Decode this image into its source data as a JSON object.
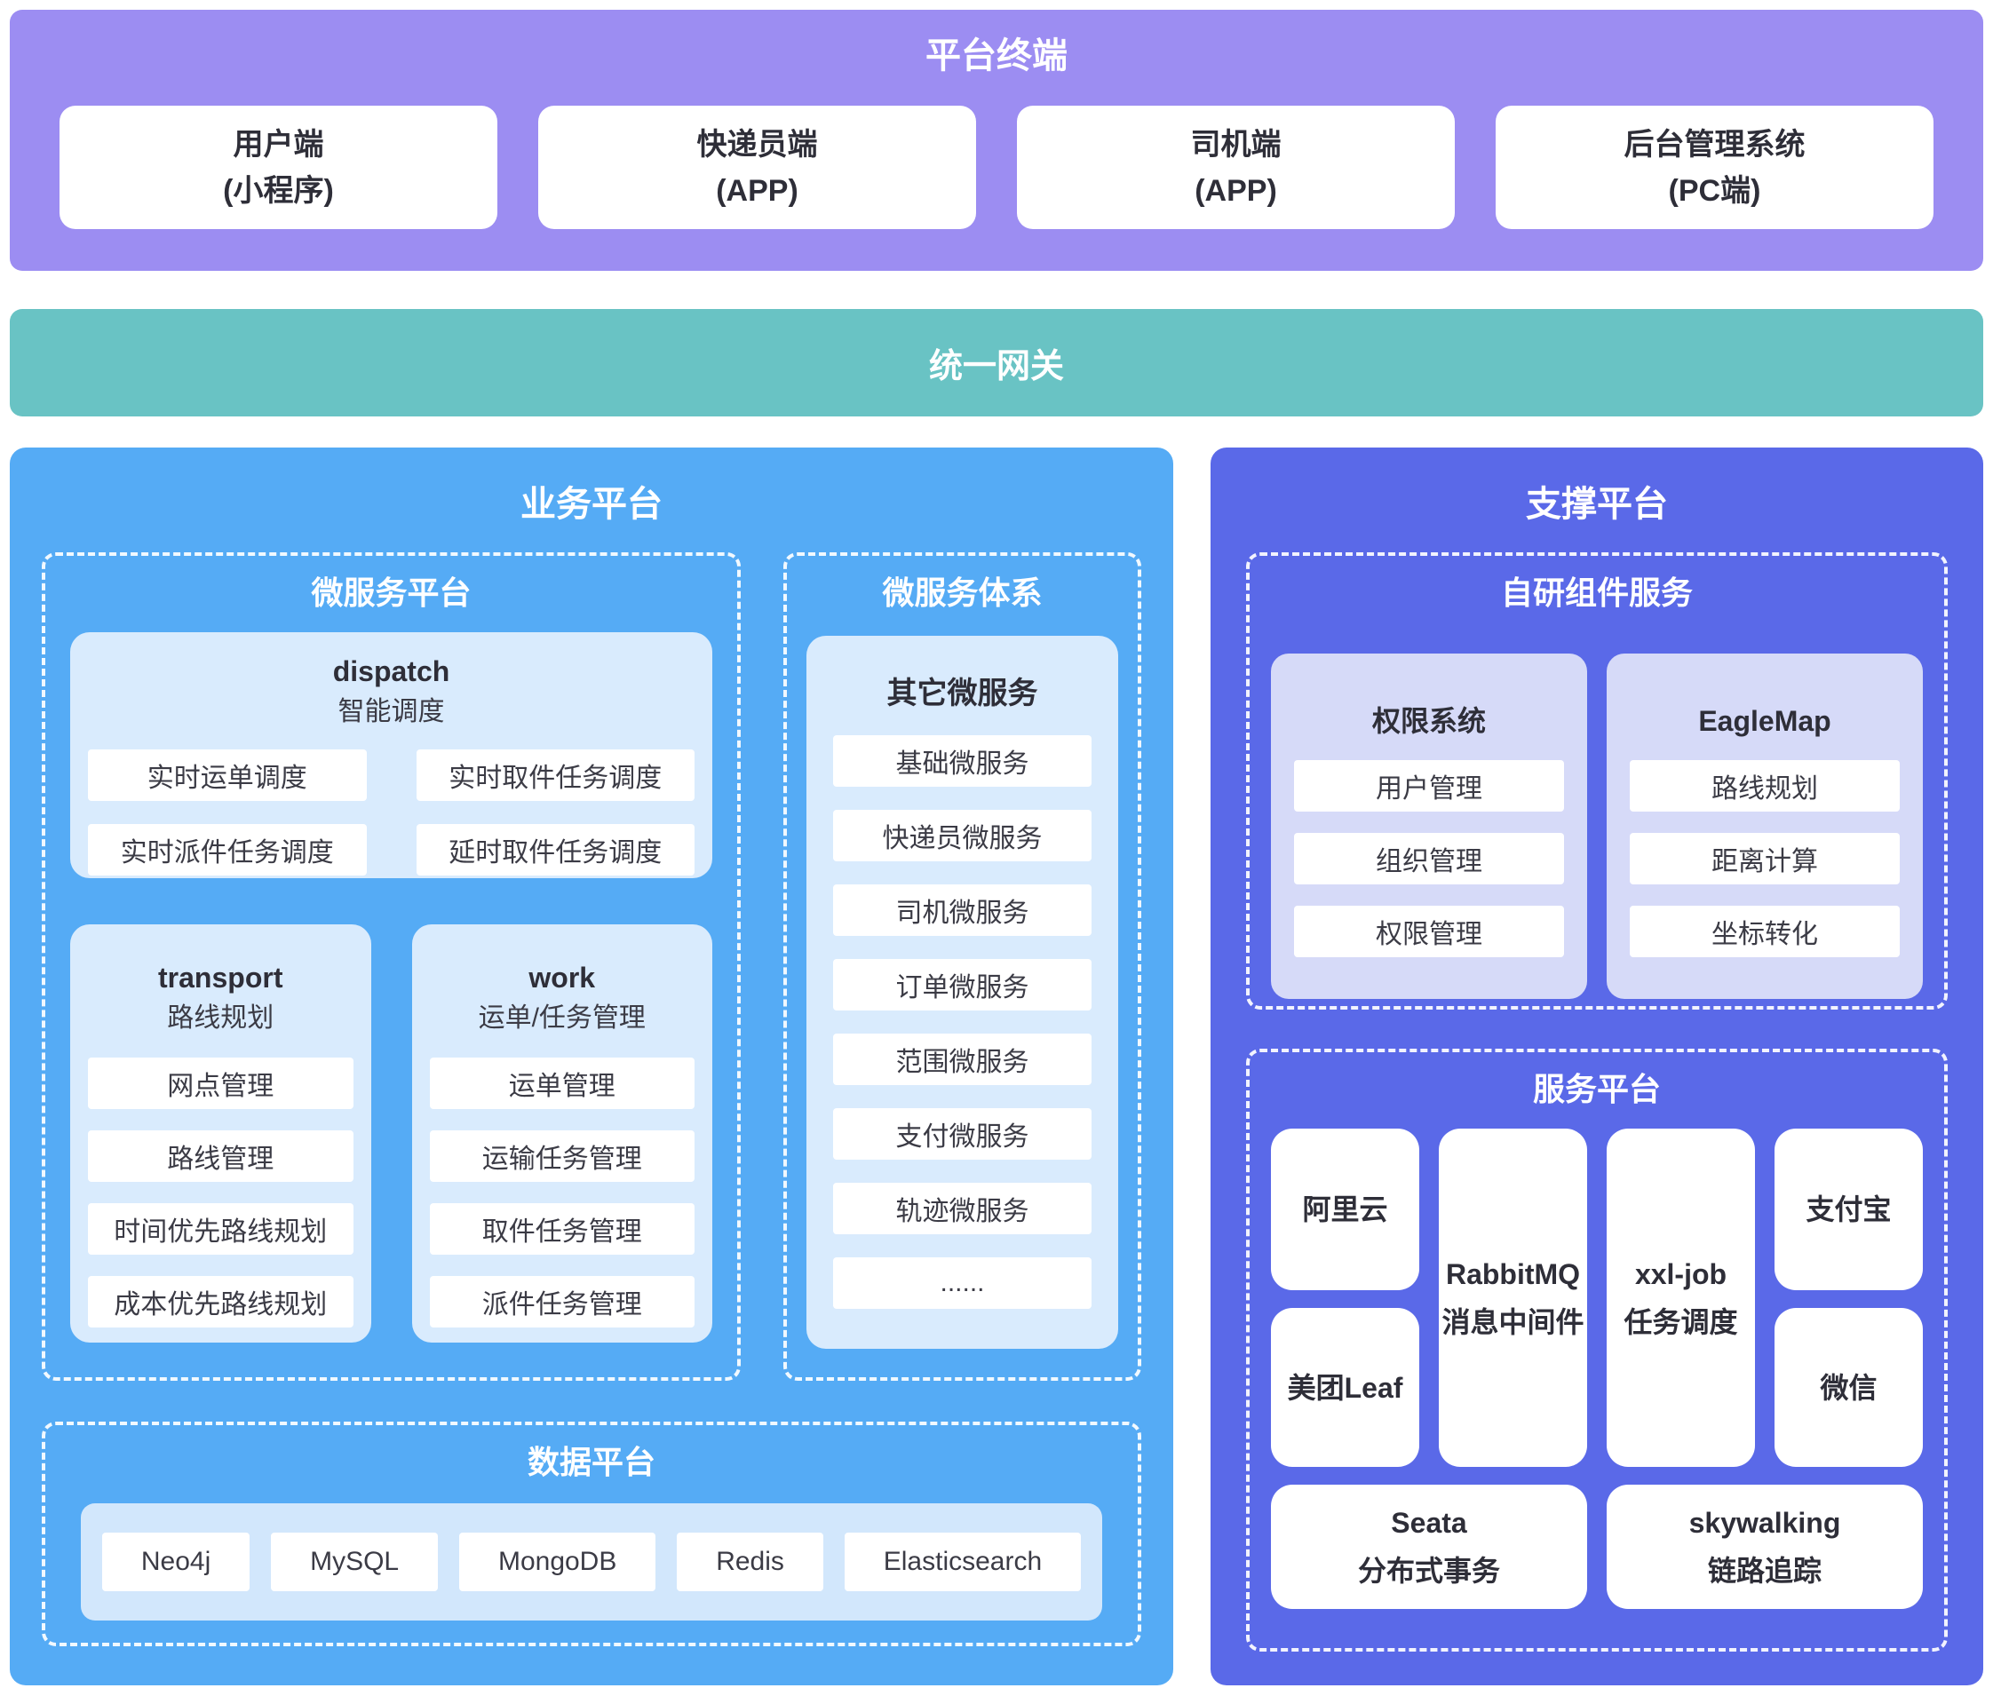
{
  "colors": {
    "purple": "#9C8DF2",
    "teal": "#69C3C4",
    "blue": "#55ABF5",
    "indigo": "#5A69E8",
    "lightblue": "#D9EBFD",
    "datainner": "#D2E7FC",
    "lavender": "#D6DAF8",
    "ink": "#2E2E38",
    "item-ink": "#3B3B45"
  },
  "terminal": {
    "title": "平台终端",
    "boxes": [
      {
        "line1": "用户端",
        "line2": "(小程序)"
      },
      {
        "line1": "快递员端",
        "line2": "(APP)"
      },
      {
        "line1": "司机端",
        "line2": "(APP)"
      },
      {
        "line1": "后台管理系统",
        "line2": "(PC端)"
      }
    ]
  },
  "gateway": {
    "title": "统一网关"
  },
  "business": {
    "title": "业务平台",
    "microservice_platform": {
      "title": "微服务平台",
      "dispatch": {
        "name": "dispatch",
        "subtitle": "智能调度",
        "items": [
          "实时运单调度",
          "实时取件任务调度",
          "实时派件任务调度",
          "延时取件任务调度"
        ]
      },
      "transport": {
        "name": "transport",
        "subtitle": "路线规划",
        "items": [
          "网点管理",
          "路线管理",
          "时间优先路线规划",
          "成本优先路线规划"
        ]
      },
      "work": {
        "name": "work",
        "subtitle": "运单/任务管理",
        "items": [
          "运单管理",
          "运输任务管理",
          "取件任务管理",
          "派件任务管理"
        ]
      }
    },
    "microservice_system": {
      "title": "微服务体系",
      "others": {
        "title": "其它微服务",
        "items": [
          "基础微服务",
          "快递员微服务",
          "司机微服务",
          "订单微服务",
          "范围微服务",
          "支付微服务",
          "轨迹微服务",
          "......"
        ]
      }
    },
    "data_platform": {
      "title": "数据平台",
      "items": [
        "Neo4j",
        "MySQL",
        "MongoDB",
        "Redis",
        "Elasticsearch"
      ]
    }
  },
  "support": {
    "title": "支撑平台",
    "self_developed": {
      "title": "自研组件服务",
      "auth_system": {
        "title": "权限系统",
        "items": [
          "用户管理",
          "组织管理",
          "权限管理"
        ]
      },
      "eagle_map": {
        "title": "EagleMap",
        "items": [
          "路线规划",
          "距离计算",
          "坐标转化"
        ]
      }
    },
    "service_platform": {
      "title": "服务平台",
      "cards": {
        "aliyun": {
          "line1": "阿里云"
        },
        "meituan_leaf": {
          "line1": "美团Leaf"
        },
        "rabbitmq": {
          "line1": "RabbitMQ",
          "line2": "消息中间件"
        },
        "xxl_job": {
          "line1": "xxl-job",
          "line2": "任务调度"
        },
        "alipay": {
          "line1": "支付宝"
        },
        "wechat": {
          "line1": "微信"
        },
        "seata": {
          "line1": "Seata",
          "line2": "分布式事务"
        },
        "skywalking": {
          "line1": "skywalking",
          "line2": "链路追踪"
        }
      }
    }
  }
}
